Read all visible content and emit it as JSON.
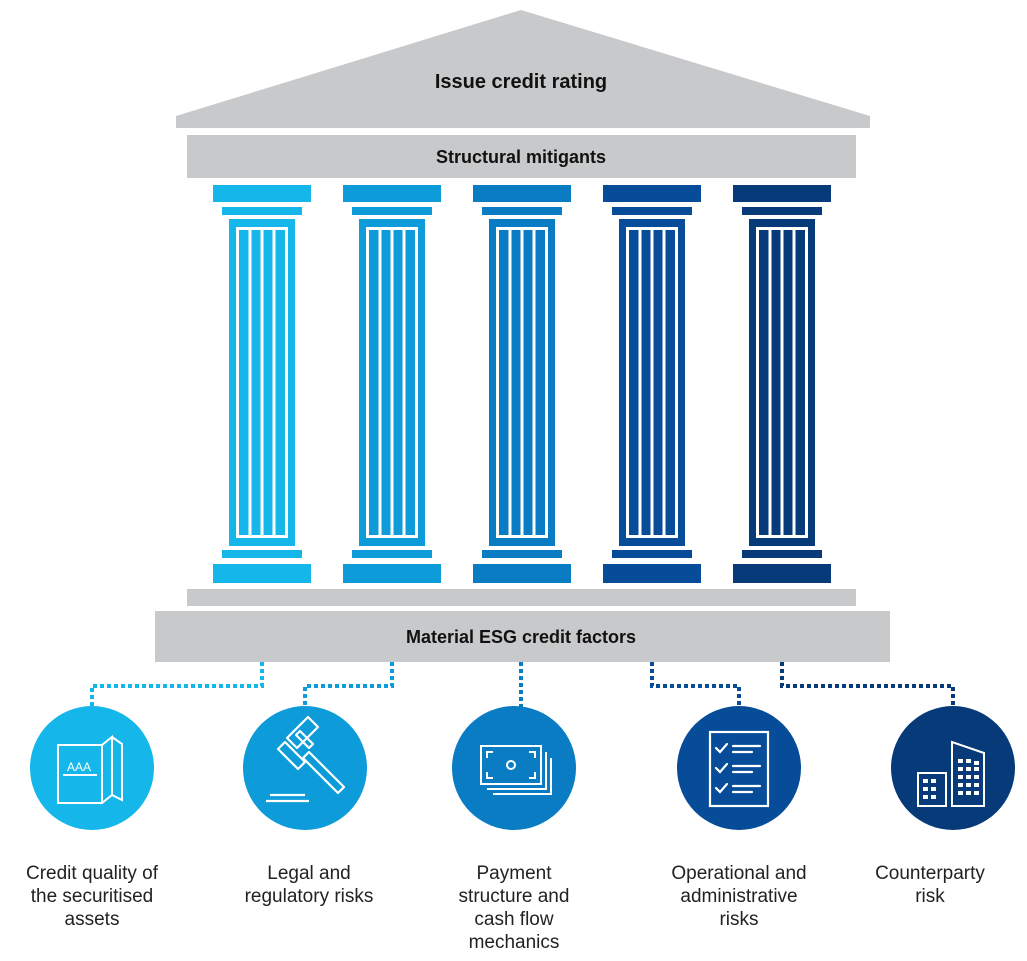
{
  "roof": {
    "label": "Issue credit rating"
  },
  "beam": {
    "label": "Structural mitigants"
  },
  "foundation": {
    "label": "Material ESG credit factors"
  },
  "colors": {
    "gray": "#c8c9cb",
    "pillar_1": "#15b7ea",
    "pillar_2": "#0d9bd9",
    "pillar_3": "#0a7cc4",
    "pillar_4": "#074c98",
    "pillar_5": "#063a78"
  },
  "factors": [
    {
      "icon": "rating-booklet-icon",
      "badge": "AAA",
      "lines": [
        "Credit quality of",
        "the securitised",
        "assets"
      ]
    },
    {
      "icon": "gavel-icon",
      "lines": [
        "Legal and",
        "regulatory risks"
      ]
    },
    {
      "icon": "banknotes-icon",
      "lines": [
        "Payment",
        "structure and",
        "cash flow",
        "mechanics"
      ]
    },
    {
      "icon": "checklist-icon",
      "lines": [
        "Operational and",
        "administrative",
        "risks"
      ]
    },
    {
      "icon": "buildings-icon",
      "lines": [
        "Counterparty",
        "risk"
      ]
    }
  ]
}
